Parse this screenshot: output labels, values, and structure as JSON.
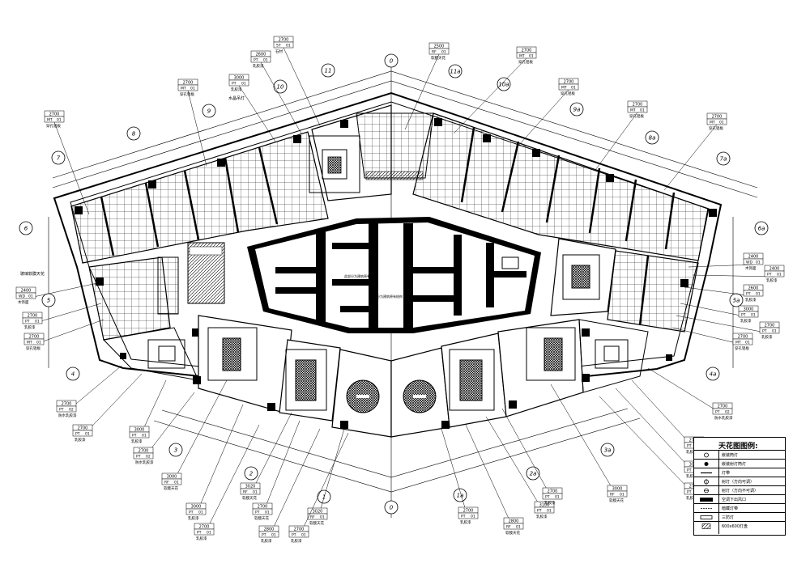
{
  "drawing": {
    "central_label_left": "此部分为建筑原有结构",
    "central_label_right": "此部分为建筑原有结构"
  },
  "axes": {
    "top": [
      "7",
      "8",
      "9",
      "10",
      "11",
      "0",
      "11a",
      "10a",
      "9a",
      "8a",
      "7a"
    ],
    "left": [
      "6",
      "5",
      "4"
    ],
    "right": [
      "6a",
      "5a",
      "4a"
    ],
    "bottom": [
      "3",
      "2",
      "1",
      "0",
      "1a",
      "2a",
      "3a"
    ]
  },
  "tags": {
    "t_2700_st": {
      "h": "2700",
      "code": "ST",
      "num": "01",
      "note": "石材"
    },
    "t_2600_pt": {
      "h": "2600",
      "code": "PT",
      "num": "01",
      "note": "乳胶漆"
    },
    "t_3000_pt_top": {
      "h": "3000",
      "code": "PT",
      "num": "01",
      "note": "乳胶漆"
    },
    "t_2700_mt_9": {
      "h": "2700",
      "code": "MT",
      "num": "01",
      "note": "穿孔铝板"
    },
    "t_2700_mt_7": {
      "h": "2700",
      "code": "MT",
      "num": "01",
      "note": "穿孔铝板"
    },
    "t_2500_rf": {
      "h": "2500",
      "code": "RF",
      "num": "01",
      "note": "软膜天花"
    },
    "t_2700_mt_10a": {
      "h": "2700",
      "code": "MT",
      "num": "01",
      "note": "穿孔铝板"
    },
    "t_2700_mt_9a": {
      "h": "2700",
      "code": "MT",
      "num": "01",
      "note": "穿孔铝板"
    },
    "t_2700_mt_8a": {
      "h": "2700",
      "code": "MT",
      "num": "01",
      "note": "穿孔铝板"
    },
    "t_2700_mt_7a": {
      "h": "2700",
      "code": "MT",
      "num": "01",
      "note": "穿孔铝板"
    },
    "t_2400_wd_l": {
      "h": "2400",
      "code": "WD",
      "num": "01",
      "note": "木饰面"
    },
    "t_2700_pt_l": {
      "h": "2700",
      "code": "PT",
      "num": "01",
      "note": "乳胶漆"
    },
    "t_2700_mt_l": {
      "h": "2700",
      "code": "MT",
      "num": "01",
      "note": "穿孔铝板"
    },
    "t_2400_wd_r": {
      "h": "2400",
      "code": "WD",
      "num": "01",
      "note": "木饰面"
    },
    "t_2400_pt_r": {
      "h": "2400",
      "code": "PT",
      "num": "01",
      "note": "乳胶漆"
    },
    "t_2600_pt_r": {
      "h": "2600",
      "code": "PT",
      "num": "01",
      "note": "乳胶漆"
    },
    "t_3000_pt_r": {
      "h": "3000",
      "code": "PT",
      "num": "01",
      "note": "乳胶漆"
    },
    "t_2700_pt_r": {
      "h": "2700",
      "code": "PT",
      "num": "01",
      "note": "乳胶漆"
    },
    "t_2700_mt_r": {
      "h": "2700",
      "code": "MT",
      "num": "01",
      "note": "穿孔铝板"
    },
    "t_2700_pt02_l": {
      "h": "2700",
      "code": "PT",
      "num": "02",
      "note": "防水乳胶漆"
    },
    "t_2700_pt_bl": {
      "h": "2700",
      "code": "PT",
      "num": "01",
      "note": "乳胶漆"
    },
    "t_3000_pt_bl": {
      "h": "3000",
      "code": "PT",
      "num": "01",
      "note": "乳胶漆"
    },
    "t_2700_pt02_bl": {
      "h": "2700",
      "code": "PT",
      "num": "02",
      "note": "防水乳胶漆"
    },
    "t_3000_rf_b": {
      "h": "3000",
      "code": "RF",
      "num": "01",
      "note": "软膜天花"
    },
    "t_3000_pt_b": {
      "h": "3000",
      "code": "PT",
      "num": "01",
      "note": "乳胶漆"
    },
    "t_3020_rf_b": {
      "h": "3020",
      "code": "RF",
      "num": "01",
      "note": "软膜天花"
    },
    "t_2700_pt_b1": {
      "h": "2700",
      "code": "PT",
      "num": "01",
      "note": "软膜天花"
    },
    "t_2700_pt_b2": {
      "h": "2700",
      "code": "PT",
      "num": "01",
      "note": "乳胶漆"
    },
    "t_3020_rf_c": {
      "h": "3020",
      "code": "RF",
      "num": "01",
      "note": "软膜天花"
    },
    "t_2800_pt_c": {
      "h": "2800",
      "code": "PT",
      "num": "01",
      "note": "乳胶漆"
    },
    "t_2700_pt_c2": {
      "h": "2700",
      "code": "PT",
      "num": "01",
      "note": "乳胶漆"
    },
    "t_2800_rf_c": {
      "h": "2800",
      "code": "RF",
      "num": "01",
      "note": "软膜天花"
    },
    "t_3100_pt": {
      "h": "3100",
      "code": "PT",
      "num": "01",
      "note": "乳胶漆"
    },
    "t_2700_pt_c3": {
      "h": "2700",
      "code": "PT",
      "num": "01",
      "note": "乳胶漆"
    },
    "t_3000_rf_r": {
      "h": "3000",
      "code": "RF",
      "num": "01",
      "note": "软膜天花"
    },
    "t_2700_pt_br": {
      "h": "2700",
      "code": "PT",
      "num": "01",
      "note": "乳胶漆"
    },
    "t_2700_pt02_br": {
      "h": "2700",
      "code": "PT",
      "num": "02",
      "note": "防水乳胶漆"
    },
    "t_2700_pt_br2": {
      "h": "2700",
      "code": "PT",
      "num": "01",
      "note": "乳胶漆"
    },
    "t_3000_pt_br": {
      "h": "3000",
      "code": "PT",
      "num": "01",
      "note": "乳胶漆"
    },
    "t_2700_pt_br3": {
      "h": "2700",
      "code": "PT",
      "num": "01",
      "note": "乳胶漆"
    }
  },
  "notes": {
    "top_crystal": "水晶吊灯",
    "left_soft": "玻璃软膜天花"
  },
  "legend": {
    "title": "天花图图例:",
    "items": [
      "嵌装筒灯",
      "嵌装射灯筒灯",
      "灯带",
      "射灯（方向可调）",
      "射灯（方向不可调）",
      "空调下出风口",
      "暗藏灯带",
      "三防灯",
      "600x600灯盘"
    ]
  }
}
